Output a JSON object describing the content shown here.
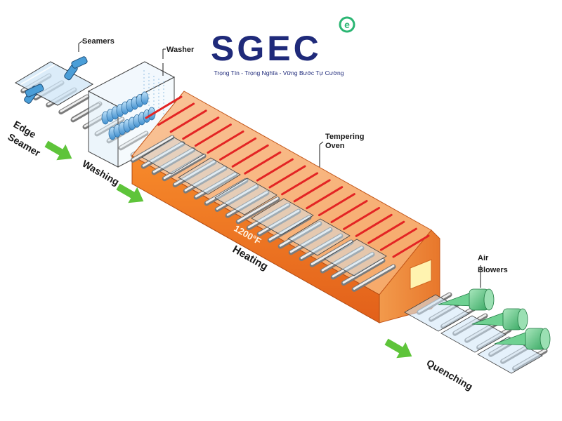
{
  "logo": {
    "brand": "SGEC",
    "badge": "e",
    "tagline": "Trọng Tín - Trọng Nghĩa - Vững Bước Tự Cường"
  },
  "labels": {
    "seamers": "Seamers",
    "washer": "Washer",
    "edge_seamer_line1": "Edge",
    "edge_seamer_line2": "Seamer",
    "washing": "Washing",
    "tempering_oven_line1": "Tempering",
    "tempering_oven_line2": "Oven",
    "temperature": "1200°F",
    "heating": "Heating",
    "air_blowers_line1": "Air",
    "air_blowers_line2": "Blowers",
    "quenching": "Quenching"
  },
  "colors": {
    "brand_blue": "#1f2a7a",
    "brand_green": "#2bb673",
    "oven_orange": "#f47a20",
    "heater_red": "#e32424",
    "arrow_green": "#5ec43a",
    "glass_blue": "#cfe6f7",
    "washer_blue": "#4a9ed8",
    "blower_green": "#3db66b"
  },
  "icons": {
    "flow_arrow": "arrow-right-icon",
    "seamer": "seamer-icon",
    "blower": "air-blower-icon"
  }
}
